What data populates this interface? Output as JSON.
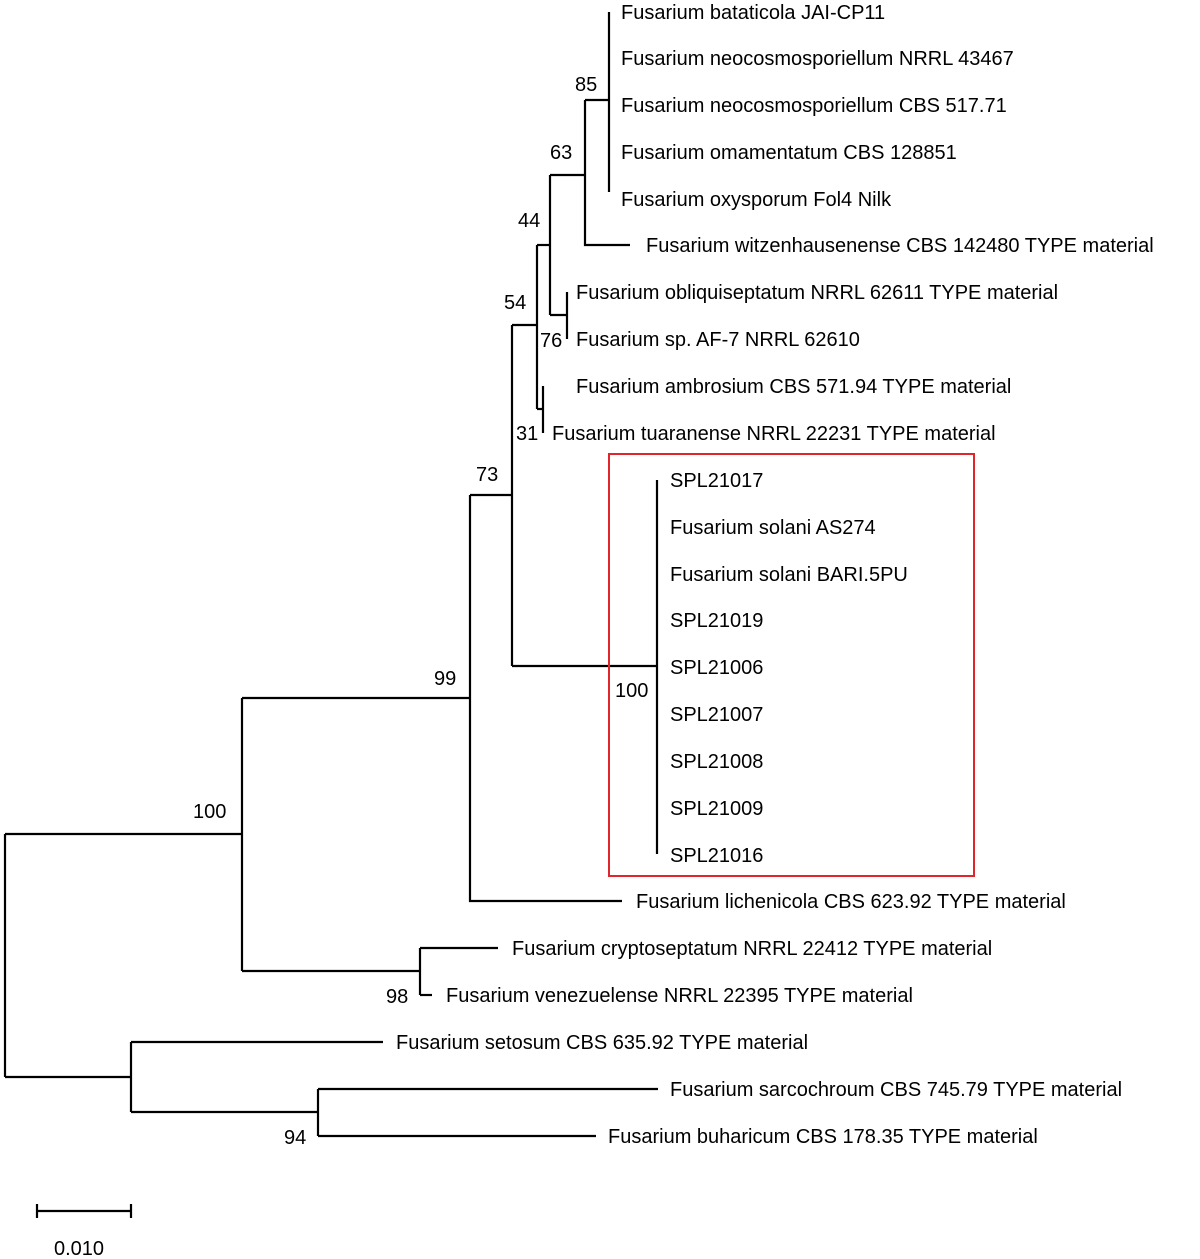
{
  "tree": {
    "taxa": [
      "Fusarium bataticola JAI-CP11",
      "Fusarium neocosmosporiellum NRRL 43467",
      "Fusarium neocosmosporiellum CBS 517.71",
      "Fusarium omamentatum CBS 128851",
      "Fusarium oxysporum Fol4 Nilk",
      "Fusarium witzenhausenense CBS 142480 TYPE material",
      "Fusarium obliquiseptatum NRRL 62611 TYPE material",
      "Fusarium sp. AF-7 NRRL 62610",
      "Fusarium ambrosium CBS 571.94 TYPE material",
      "Fusarium tuaranense NRRL 22231 TYPE material",
      "SPL21017",
      "Fusarium solani AS274",
      "Fusarium solani BARI.5PU",
      "SPL21019",
      "SPL21006",
      "SPL21007",
      "SPL21008",
      "SPL21009",
      "SPL21016",
      "Fusarium lichenicola CBS 623.92 TYPE material",
      "Fusarium cryptoseptatum NRRL 22412 TYPE material",
      "Fusarium venezuelense NRRL 22395 TYPE material",
      "Fusarium setosum CBS 635.92 TYPE material",
      "Fusarium sarcochroum CBS 745.79 TYPE material",
      "Fusarium buharicum CBS 178.35 TYPE material"
    ],
    "bootstrap": [
      "85",
      "63",
      "44",
      "54",
      "76",
      "31",
      "73",
      "100",
      "99",
      "100",
      "98",
      "94"
    ],
    "highlight_color": "#e0262a",
    "line_color": "#000000"
  },
  "scale_bar": {
    "label": "0.010"
  }
}
